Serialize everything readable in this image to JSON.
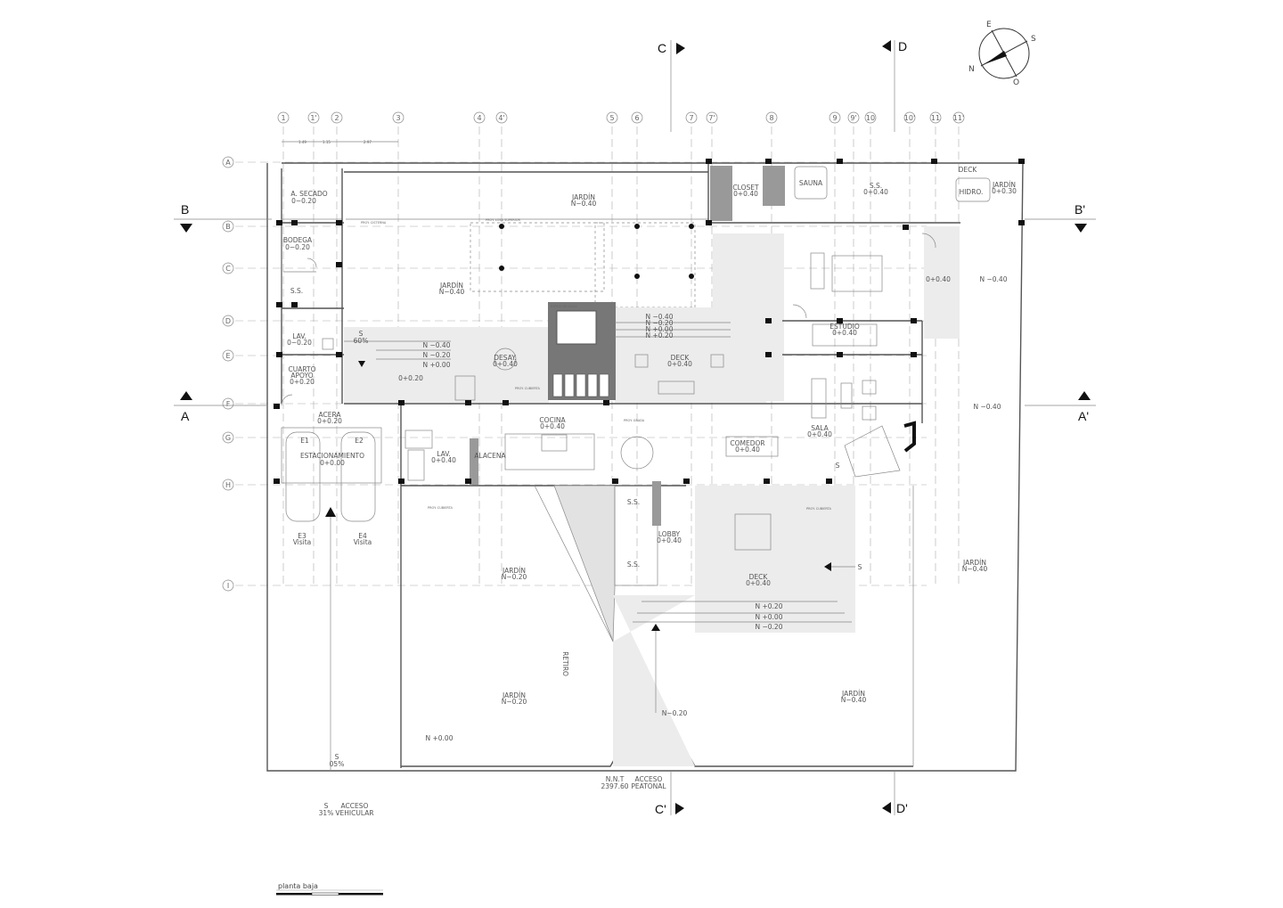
{
  "drawing": {
    "title": "planta baja",
    "colors": {
      "line": "#555555",
      "fill_dark": "#777777",
      "fill_light": "#ececec"
    },
    "grid_columns": [
      "1",
      "1'",
      "2",
      "3",
      "4",
      "4'",
      "5",
      "6",
      "7",
      "7'",
      "8",
      "9",
      "9'",
      "10",
      "10'",
      "11",
      "11'"
    ],
    "grid_rows": [
      "A",
      "B",
      "C",
      "D",
      "E",
      "F",
      "G",
      "H",
      "I"
    ],
    "dimensions": [
      "1.49",
      "1.15",
      "2.97"
    ],
    "sections": {
      "b": "B",
      "b2": "B'",
      "a": "A",
      "a2": "A'",
      "c": "C",
      "c2": "C'",
      "d": "D",
      "d2": "D'"
    },
    "compass": {
      "n": "N",
      "s": "S",
      "e": "E",
      "o": "O"
    }
  },
  "rooms": {
    "secado": {
      "name": "A. SECADO",
      "level": "0−0.20"
    },
    "bodega": {
      "name": "BODEGA",
      "level": "0−0.20"
    },
    "ss1": {
      "name": "S.S."
    },
    "lav1": {
      "name": "LAV.",
      "level": "0−0.20"
    },
    "apoyo": {
      "name": "CUARTO",
      "name2": "APOYO",
      "level": "0+0.20"
    },
    "jardin_top": {
      "name": "JARDÍN",
      "level": "N−0.40"
    },
    "jardin_mid": {
      "name": "JARDÍN",
      "level": "N−0.40"
    },
    "desay": {
      "name": "DESAY.",
      "level": "0+0.40"
    },
    "deck1": {
      "name": "DECK",
      "level": "0+0.40"
    },
    "closet": {
      "name": "CLOSET",
      "level": "0+0.40"
    },
    "sauna": {
      "name": "SAUNA"
    },
    "ss2": {
      "name": "S.S.",
      "level": "0+0.40"
    },
    "deck2": {
      "name": "DECK"
    },
    "hidro": {
      "name": "HIDRO."
    },
    "jardin_ne": {
      "name": "JARDÍN",
      "level": "0+0.30"
    },
    "dorm": {
      "level": "0+0.40"
    },
    "ext_ne": {
      "level": "N −0.40"
    },
    "estudio": {
      "name": "ESTUDIO",
      "level": "0+0.40"
    },
    "sala": {
      "name": "SALA",
      "level": "0+0.40"
    },
    "comedor": {
      "name": "COMEDOR",
      "level": "0+0.40"
    },
    "ext_e": {
      "level": "N −0.40"
    },
    "acera": {
      "name": "ACERA",
      "level": "0+0.20"
    },
    "e1": {
      "name": "E1"
    },
    "e2": {
      "name": "E2"
    },
    "estac": {
      "name": "ESTACIONAMIENTO",
      "level": "0+0.00"
    },
    "e3": {
      "name": "E3",
      "sub": "Visita"
    },
    "e4": {
      "name": "E4",
      "sub": "Visita"
    },
    "lav2": {
      "name": "LAV.",
      "level": "0+0.40"
    },
    "alacena": {
      "name": "ALACENA"
    },
    "cocina": {
      "name": "COCINA",
      "level": "0+0.40"
    },
    "ss3": {
      "name": "S.S."
    },
    "ss4": {
      "name": "S.S."
    },
    "lobby": {
      "name": "LOBBY",
      "level": "0+0.40"
    },
    "jardin_c": {
      "name": "JARDÍN",
      "level": "N−0.20"
    },
    "deck3": {
      "name": "DECK",
      "level": "0+0.40"
    },
    "jardin_e": {
      "name": "JARDÍN",
      "level": "N−0.40"
    },
    "jardin_sw": {
      "name": "JARDÍN",
      "level": "N−0.20"
    },
    "jardin_se": {
      "name": "JARDÍN",
      "level": "N−0.40"
    }
  },
  "levels": {
    "steps_w": [
      "N −0.40",
      "N −0.20",
      "N +0.00",
      "0+0.20"
    ],
    "steps_c": [
      "N −0.40",
      "N −0.20",
      "N +0.00",
      "N +0.20"
    ],
    "steps_s": [
      "N +0.20",
      "N +0.00",
      "N −0.20"
    ],
    "n000": "N +0.00",
    "entry": "N−0.20",
    "ramp1": {
      "s": "S",
      "pct": "60%"
    },
    "ramp2": {
      "s": "S",
      "pct": "05%"
    },
    "ramp3": {
      "s": "S",
      "pct": "31%",
      "label": "ACCESO",
      "label2": "VEHICULAR"
    },
    "stair_s": "S",
    "deck_s": "S"
  },
  "annotations": {
    "nnt": "N.N.T",
    "nnt_value": "2397.60",
    "acceso": "ACCESO",
    "peatonal": "PEATONAL",
    "retiro": "RETIRO",
    "proy_cubierta": "PROY. CUBIERTA",
    "proy_cisterna": "PROY. CISTERNA",
    "proy_losa": "PROY. LOSA SUPERIOR",
    "espejo": "ESPEJO DE AGUA",
    "proy_grada": "PROY. GRADA"
  }
}
